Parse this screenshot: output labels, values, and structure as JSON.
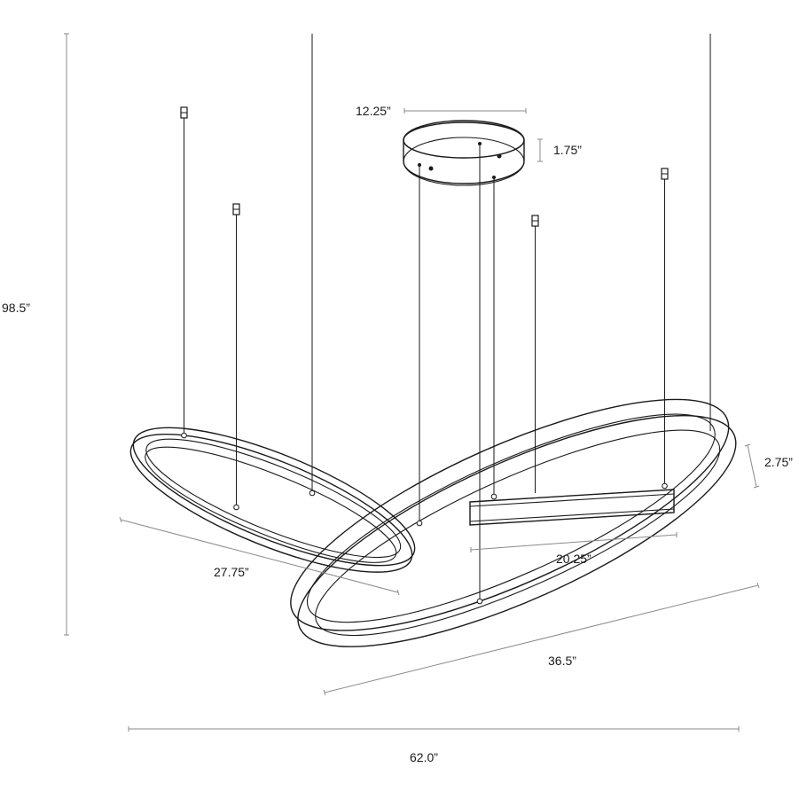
{
  "dimensions": {
    "overall_height": "98.5”",
    "canopy_diameter": "12.25”",
    "canopy_height": "1.75”",
    "ring_height": "2.75”",
    "small_ring": "27.75”",
    "mid_ring": "20.25”",
    "large_ring": "36.5”",
    "overall_width": "62.0”"
  },
  "colors": {
    "line": "#1a1a1a",
    "dimension_line": "#8a8a8a",
    "background": "#ffffff"
  }
}
